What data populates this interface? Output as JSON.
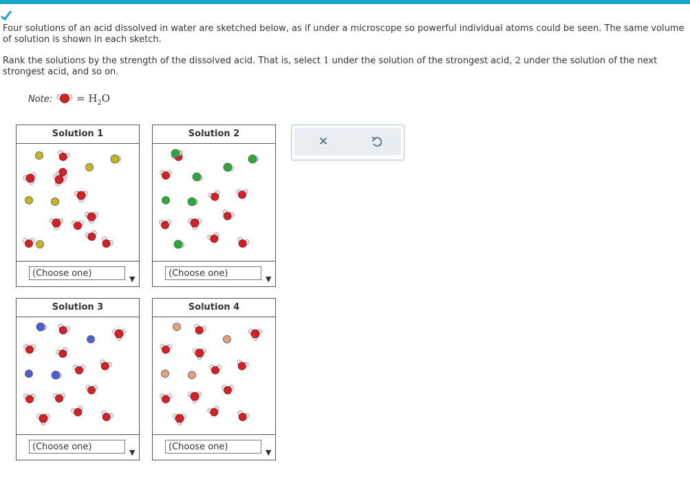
{
  "question": {
    "intro": "Four solutions of an acid dissolved in water are sketched below, as if under a microscope so powerful individual atoms could be seen. The same volume of solution is shown in each sketch.",
    "rank_a": "Rank the solutions by the strength of the dissolved acid. That is, select ",
    "rank_n1": "1",
    "rank_b": " under the solution of the strongest acid, ",
    "rank_n2": "2",
    "rank_c": " under the solution of the next strongest acid, and so on."
  },
  "note": {
    "label": "Note:",
    "equals": "= H",
    "sub": "2",
    "tail": "O"
  },
  "solutions": [
    {
      "title": "Solution 1",
      "select": "(Choose one)",
      "color": "#c8b41e"
    },
    {
      "title": "Solution 2",
      "select": "(Choose one)",
      "color": "#2ea83a"
    },
    {
      "title": "Solution 3",
      "select": "(Choose one)",
      "color": "#4b5fd4"
    },
    {
      "title": "Solution 4",
      "select": "(Choose one)",
      "color": "#e6a07f"
    }
  ],
  "toolbar": {
    "close_icon": "close-icon",
    "undo_icon": "undo-icon"
  },
  "colors": {
    "accent": "#19a9c7",
    "oxygen": "#d42027",
    "hydrogen": "#e6e6e6"
  }
}
